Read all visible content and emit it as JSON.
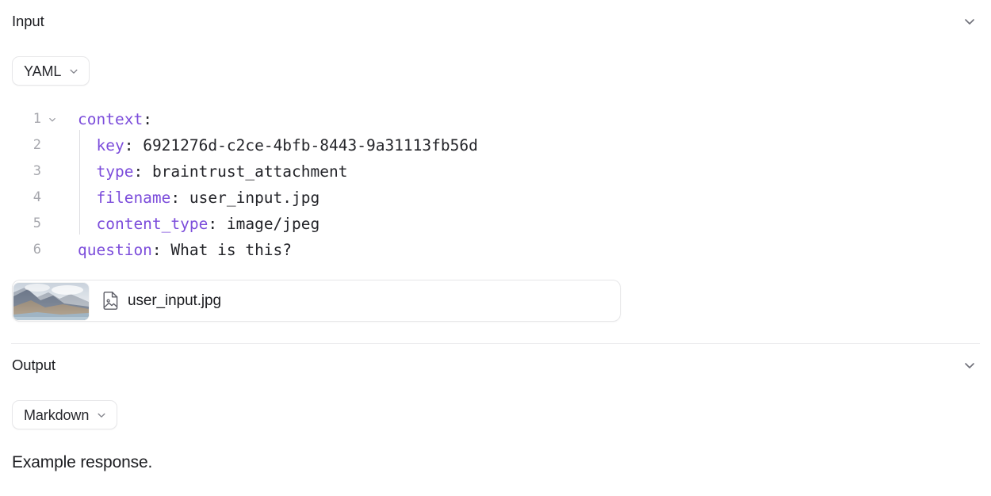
{
  "input_section": {
    "title": "Input",
    "collapse_icon": "chevron-down-icon",
    "format": {
      "label": "YAML",
      "chevron_icon": "chevron-down-icon"
    },
    "code": {
      "language": "yaml",
      "lines": [
        {
          "number": "1",
          "foldable": true,
          "indent": 0,
          "key": "context",
          "colon": ":",
          "value": ""
        },
        {
          "number": "2",
          "foldable": false,
          "indent": 1,
          "key": "key",
          "colon": ": ",
          "value": "6921276d-c2ce-4bfb-8443-9a31113fb56d"
        },
        {
          "number": "3",
          "foldable": false,
          "indent": 1,
          "key": "type",
          "colon": ": ",
          "value": "braintrust_attachment"
        },
        {
          "number": "4",
          "foldable": false,
          "indent": 1,
          "key": "filename",
          "colon": ": ",
          "value": "user_input.jpg"
        },
        {
          "number": "5",
          "foldable": false,
          "indent": 1,
          "key": "content_type",
          "colon": ": ",
          "value": "image/jpeg"
        },
        {
          "number": "6",
          "foldable": false,
          "indent": 0,
          "key": "question",
          "colon": ": ",
          "value": "What is this?"
        }
      ]
    },
    "attachment": {
      "filename": "user_input.jpg",
      "file_icon": "file-image-icon",
      "thumbnail_icon": "landscape-photo-thumbnail",
      "thumbnail_alt": "mountain lake landscape"
    }
  },
  "output_section": {
    "title": "Output",
    "collapse_icon": "chevron-down-icon",
    "format": {
      "label": "Markdown",
      "chevron_icon": "chevron-down-icon"
    },
    "body_text": "Example response."
  },
  "colors": {
    "syntax_key": "#7c4ddb",
    "text": "#1c1d21",
    "muted": "#a6a7ad",
    "border": "#e7e7e9",
    "divider": "#ececee",
    "background": "#ffffff"
  }
}
